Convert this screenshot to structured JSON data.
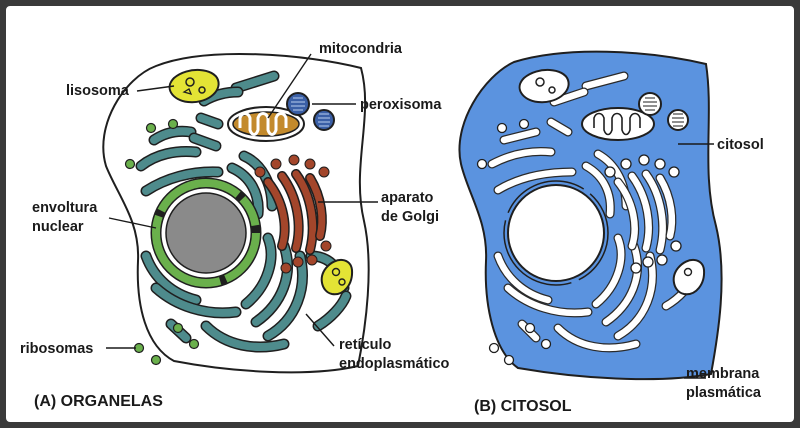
{
  "labels": {
    "mitocondria": "mitocondria",
    "lisosoma": "lisosoma",
    "peroxisoma": "peroxisoma",
    "envoltura_1": "envoltura",
    "envoltura_2": "nuclear",
    "aparato_1": "aparato",
    "aparato_2": "de Golgi",
    "ribosomas": "ribosomas",
    "reticulo_1": "retículo",
    "reticulo_2": "endoplasmático",
    "citosol": "citosol",
    "membrana_1": "membrana",
    "membrana_2": "plasmática"
  },
  "captions": {
    "a": "(A) ORGANELAS",
    "b": "(B) CITOSOL"
  },
  "colors": {
    "frame": "#3a3a3a",
    "cytosol_blue": "#5b93df",
    "er_teal": "#4e8b8c",
    "nucleus_gray": "#8a8a8a",
    "nuclear_envelope_green": "#6ab04c",
    "golgi_rust": "#a3462b",
    "mitochondrion_tan": "#c38a2c",
    "lysosome_yellow": "#e3e335",
    "peroxisome_blue": "#3a5fa6",
    "ribosome_green": "#6ab04c"
  }
}
